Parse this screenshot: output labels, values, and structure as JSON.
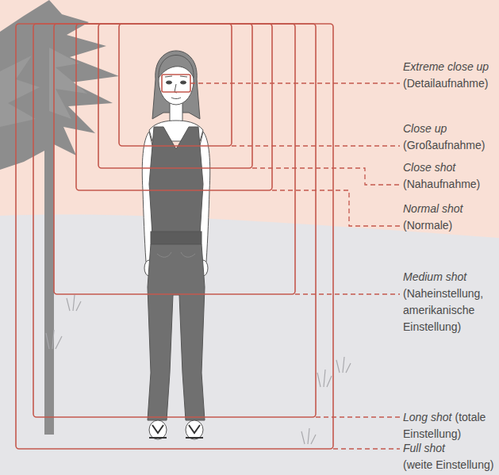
{
  "diagram": {
    "labels": [
      "Extreme close up",
      "(Detailaufnahme)",
      "Close up",
      "(Großaufnahme)",
      "Close shot",
      "(Nahaufnahme)",
      "Normal shot",
      "(Normale)",
      "Medium shot",
      "(Naheinstellung, amerikanische Einstellung)",
      "Long shot",
      "(totale Einstellung)",
      "Full shot",
      "(weite Einstellung)"
    ]
  }
}
